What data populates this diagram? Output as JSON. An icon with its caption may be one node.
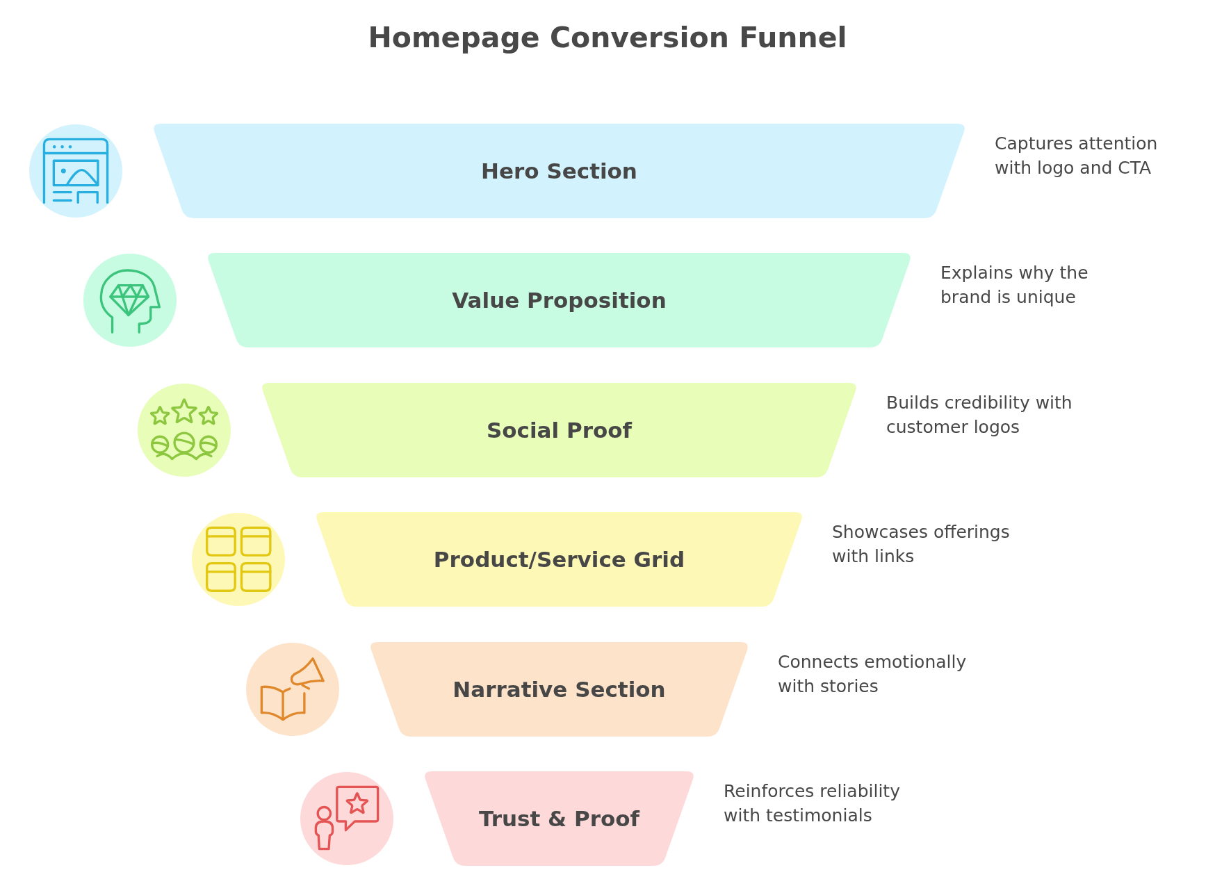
{
  "diagram": {
    "title": "Homepage Conversion Funnel",
    "nodes": [
      {
        "text": [
          "Hero Section"
        ],
        "beside": [
          "Captures attention with logo and CTA"
        ]
      },
      {
        "text": [
          "Value Proposition"
        ],
        "beside": [
          "Explains why the brand is unique"
        ]
      },
      {
        "text": [
          "Social Proof"
        ],
        "beside": [
          "Builds credibility with customer logos"
        ]
      },
      {
        "text": [
          "Product/Service Grid"
        ],
        "beside": [
          "Showcases offerings with links"
        ]
      },
      {
        "text": [
          "Narrative Section"
        ],
        "beside": [
          "Connects emotionally with stories"
        ]
      },
      {
        "text": [
          "Trust & Proof"
        ],
        "beside": [
          "Reinforces reliability with testimonials"
        ]
      }
    ]
  }
}
